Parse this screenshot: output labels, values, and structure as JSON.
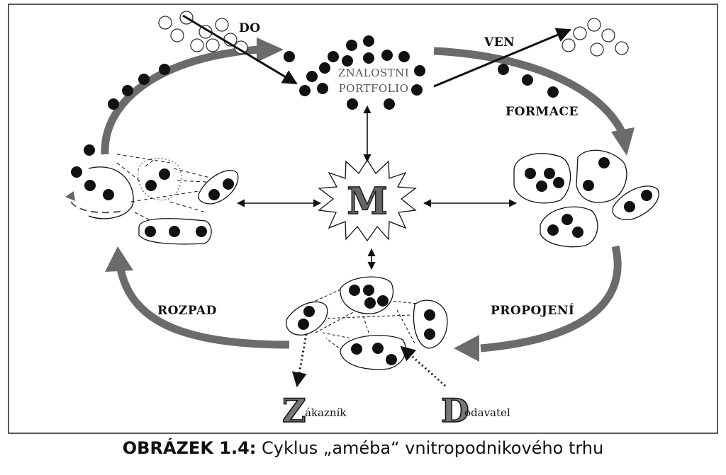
{
  "diagram": {
    "labels": {
      "do": "DO",
      "ven": "VEN",
      "portfolio_line1": "ZNALOSTNI",
      "portfolio_line2": "PORTFOLIO",
      "formace": "FORMACE",
      "propojeni": "PROPOJENÍ",
      "rozpad": "ROZPAD",
      "center": "M",
      "zakaznik_initial": "Z",
      "zakaznik_rest": "ákazník",
      "dodavatel_initial": "D",
      "dodavatel_rest": "odavatel"
    }
  },
  "caption": {
    "prefix": "OBRÁZEK 1.4:",
    "text": " Cyklus „améba“ vnitropodnikového trhu"
  }
}
